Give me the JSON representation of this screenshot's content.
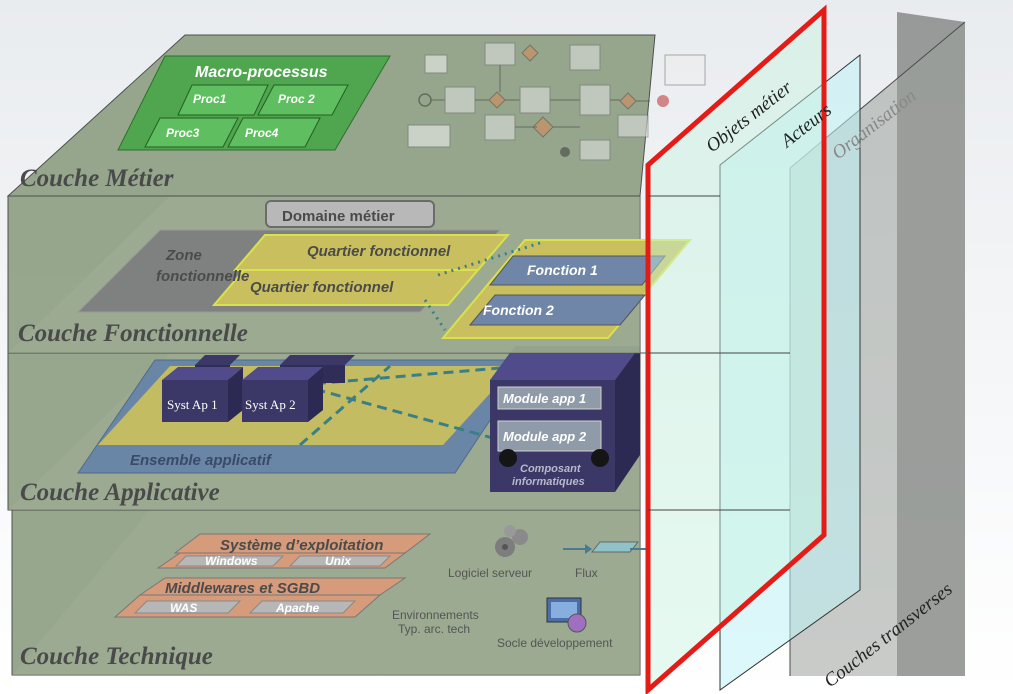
{
  "layers": {
    "metier": {
      "title": "Couche Métier",
      "macro": "Macro-processus",
      "procs": [
        "Proc1",
        "Proc 2",
        "Proc3",
        "Proc4"
      ]
    },
    "fonctionnelle": {
      "title": "Couche Fonctionnelle",
      "domaine": "Domaine métier",
      "zone_line1": "Zone",
      "zone_line2": "fonctionnelle",
      "quartier1": "Quartier fonctionnel",
      "quartier2": "Quartier fonctionnel",
      "fonction1": "Fonction 1",
      "fonction2": "Fonction 2"
    },
    "applicative": {
      "title": "Couche Applicative",
      "syst1": "Syst Ap 1",
      "syst2": "Syst Ap 2",
      "ensemble": "Ensemble applicatif",
      "module1": "Module app 1",
      "module2": "Module app 2",
      "composant_line1": "Composant",
      "composant_line2": "informatiques"
    },
    "technique": {
      "title": "Couche Technique",
      "systeme": "Système d’exploitation",
      "windows": "Windows",
      "unix": "Unix",
      "middleware": "Middlewares et SGBD",
      "was": "WAS",
      "apache": "Apache",
      "logiciel": "Logiciel serveur",
      "flux": "Flux",
      "env_line1": "Environnements",
      "env_line2": "Typ. arc. tech",
      "socle": "Socle développement"
    }
  },
  "transverse": {
    "objets": "Objets métier",
    "acteurs": "Acteurs",
    "organisation": "Organisation",
    "couches": "Couches transverses"
  },
  "colors": {
    "layer_fill": "#8e9f83",
    "layer_side": "#767a70",
    "proc_green": "#4fa64f",
    "zone_yellow": "#c9bf5e",
    "fonction_blue": "#6f86a8",
    "app_purple": "#3b3868",
    "objets_red": "#e41b17",
    "acteurs_cyan": "#bff3f5"
  }
}
